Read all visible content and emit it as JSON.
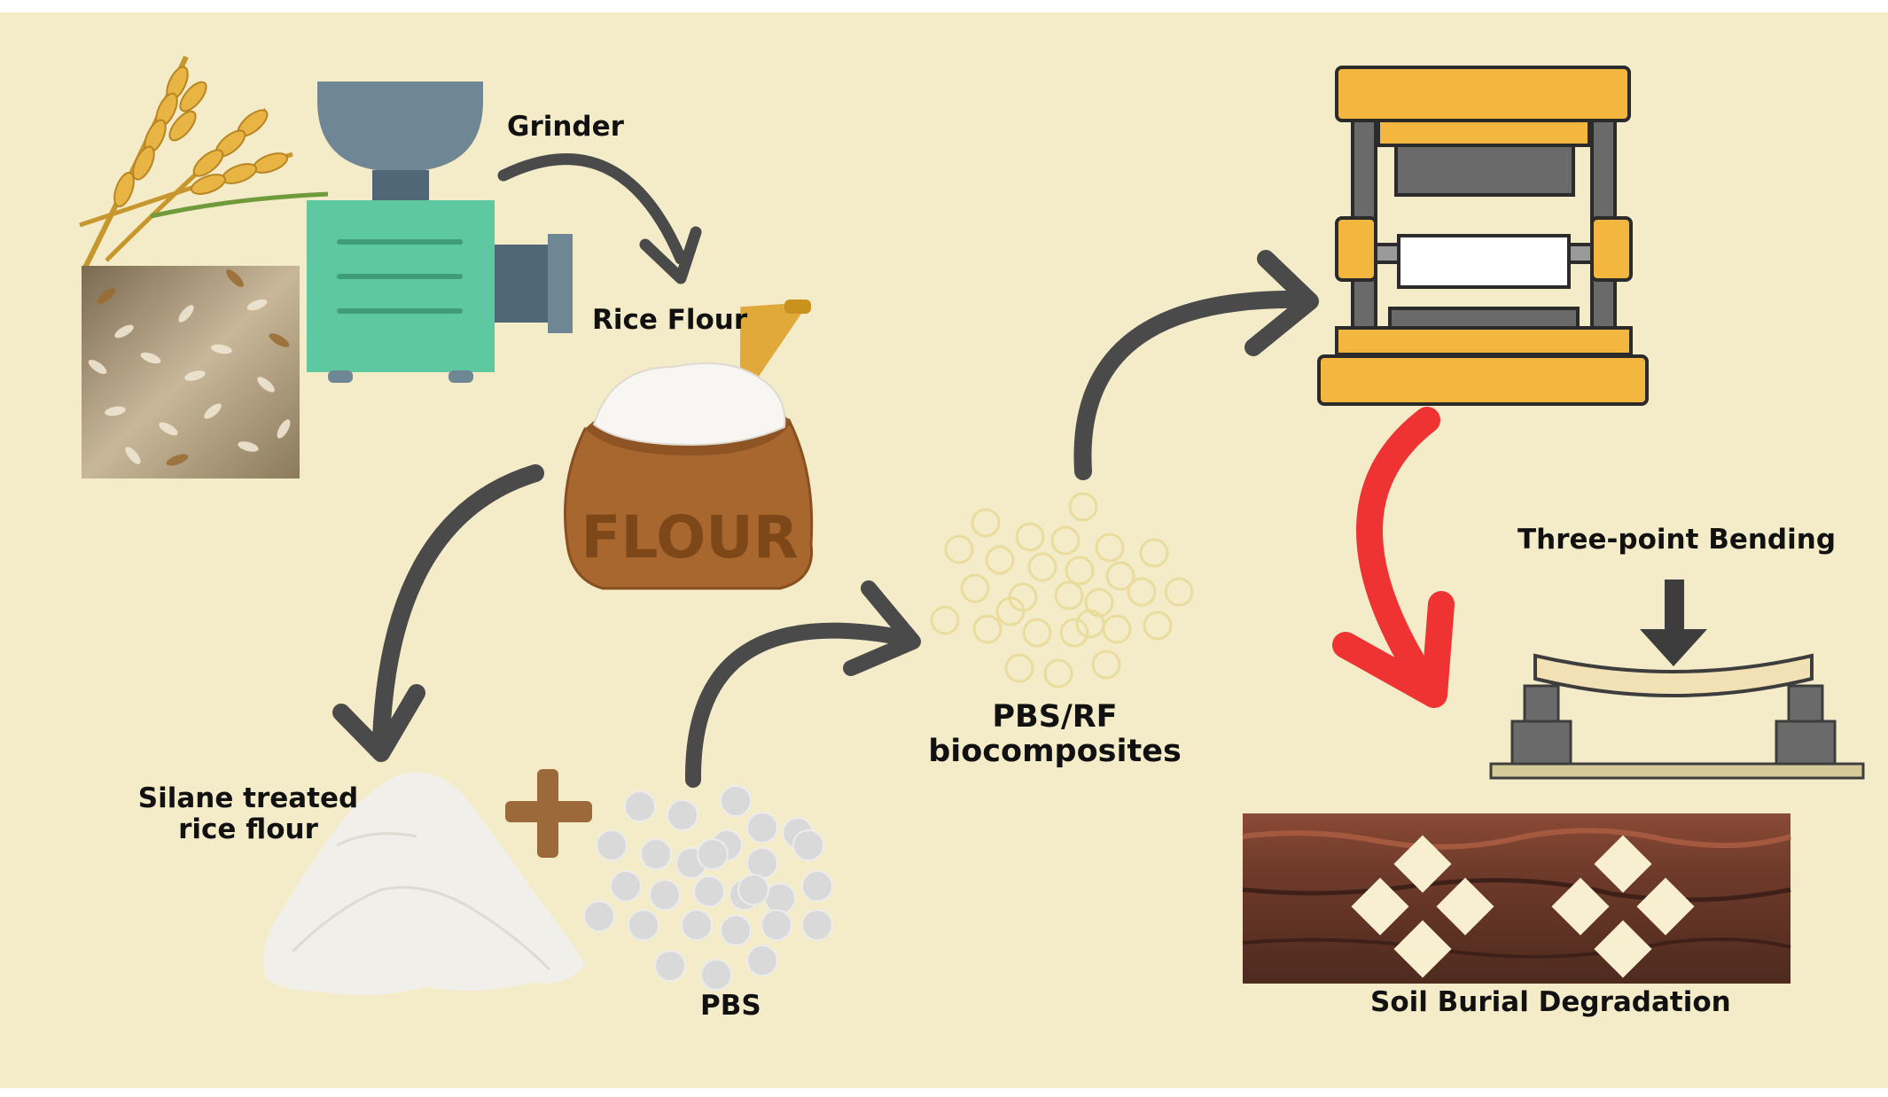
{
  "labels": {
    "grinder": "Grinder",
    "rice_flour": "Rice Flour",
    "flour_bag_text": "FLOUR",
    "silane_line1": "Silane treated",
    "silane_line2": "rice flour",
    "pbs": "PBS",
    "composite_line1": "PBS/RF",
    "composite_line2": "biocomposites",
    "bending": "Three-point Bending",
    "soil": "Soil Burial Degradation"
  },
  "colors": {
    "background": "#f4ecc9",
    "arrow": "#4a4a4a",
    "highlight_arrow": "#ef3333",
    "press": "#f3b63f",
    "grinder_body": "#5ec9a0",
    "grinder_hopper": "#6f8794",
    "bag": "#a8672f",
    "plus": "#9c6a3a",
    "pellets": "#d9d9d9",
    "composite_pellets": "#e9dc9c",
    "soil_top": "#8a4a36",
    "soil_bottom": "#4e2a1f"
  },
  "icons": [
    "wheat-icon",
    "rice-grains-icon",
    "grinder-icon",
    "flour-bag-icon",
    "flour-pile-icon",
    "plus-icon",
    "pbs-pellets-icon",
    "composite-pellets-icon",
    "hot-press-icon",
    "three-point-bending-icon",
    "soil-burial-icon"
  ]
}
